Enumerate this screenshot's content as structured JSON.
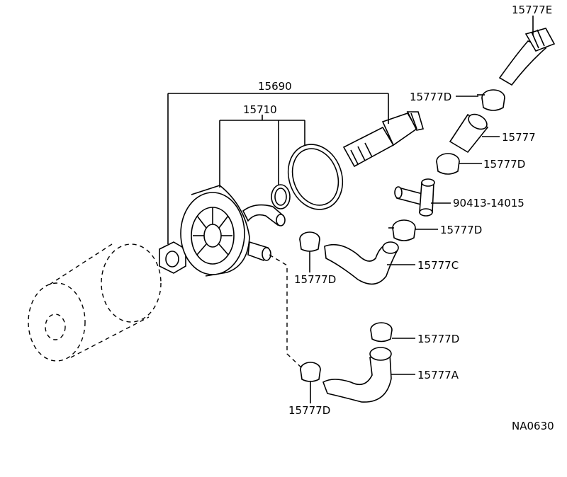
{
  "labels": {
    "p15777E": "15777E",
    "p15777D_top": "15777D",
    "p15777": "15777",
    "p15777D_2": "15777D",
    "p90413": "90413-14015",
    "p15777D_3": "15777D",
    "p15777C": "15777C",
    "p15777D_left": "15777D",
    "p15690": "15690",
    "p15710": "15710",
    "p15777D_lower": "15777D",
    "p15777A": "15777A",
    "p15777D_bottom": "15777D",
    "diagram_code": "NA0630"
  },
  "colors": {
    "line": "#000000",
    "background": "#ffffff"
  }
}
